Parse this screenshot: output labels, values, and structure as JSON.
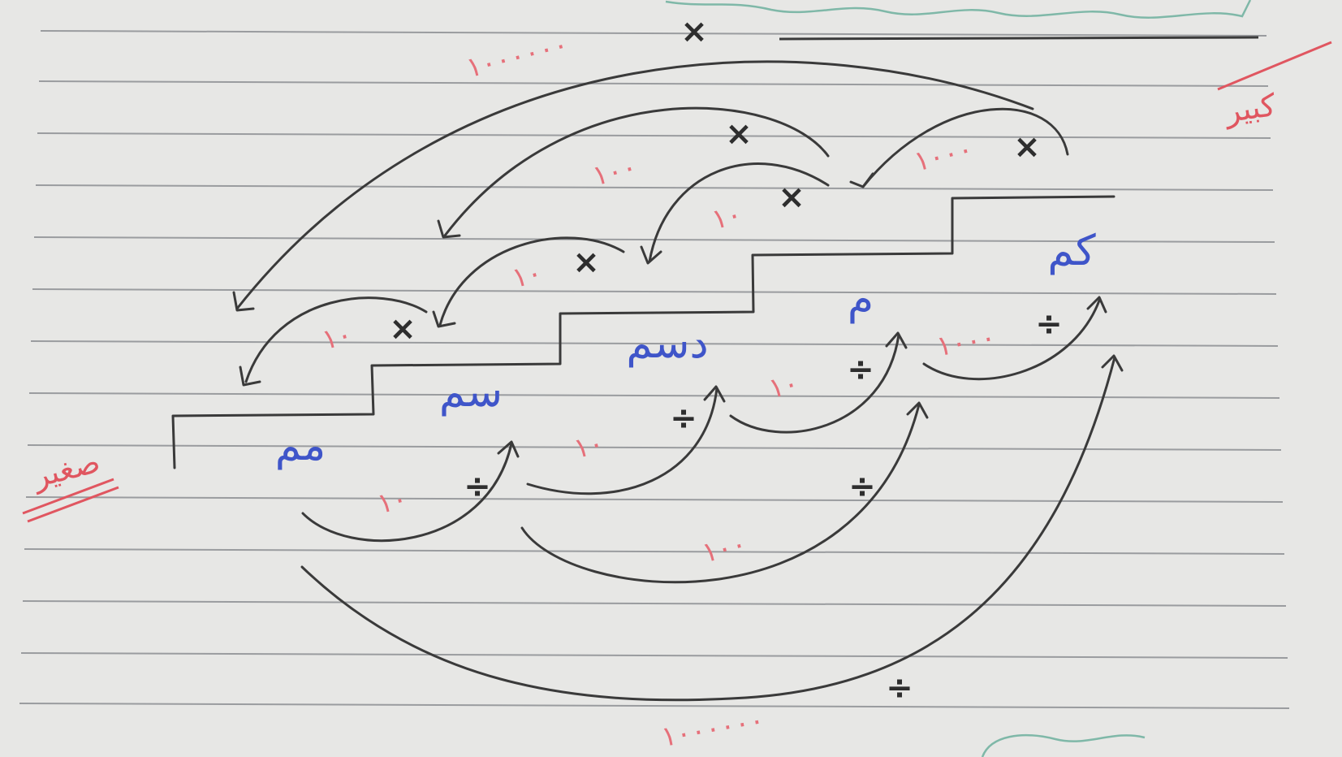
{
  "colors": {
    "paper": "#e7e7e5",
    "ruled_line": "#9a9c9f",
    "ink_black": "#3a3a3a",
    "ink_blue": "#3f55c9",
    "ink_red": "#e6707a"
  },
  "labels": {
    "small": "صغير",
    "big": "كبير"
  },
  "units": {
    "mm": "مم",
    "cm": "سم",
    "dm": "دسم",
    "m": "م",
    "km": "كم"
  },
  "operators": {
    "multiply": "×",
    "divide": "÷"
  },
  "factors": {
    "ten": "١٠",
    "hundred": "١٠٠",
    "thousand": "١٠٠٠",
    "million": "١٠٠٠٠٠٠"
  }
}
